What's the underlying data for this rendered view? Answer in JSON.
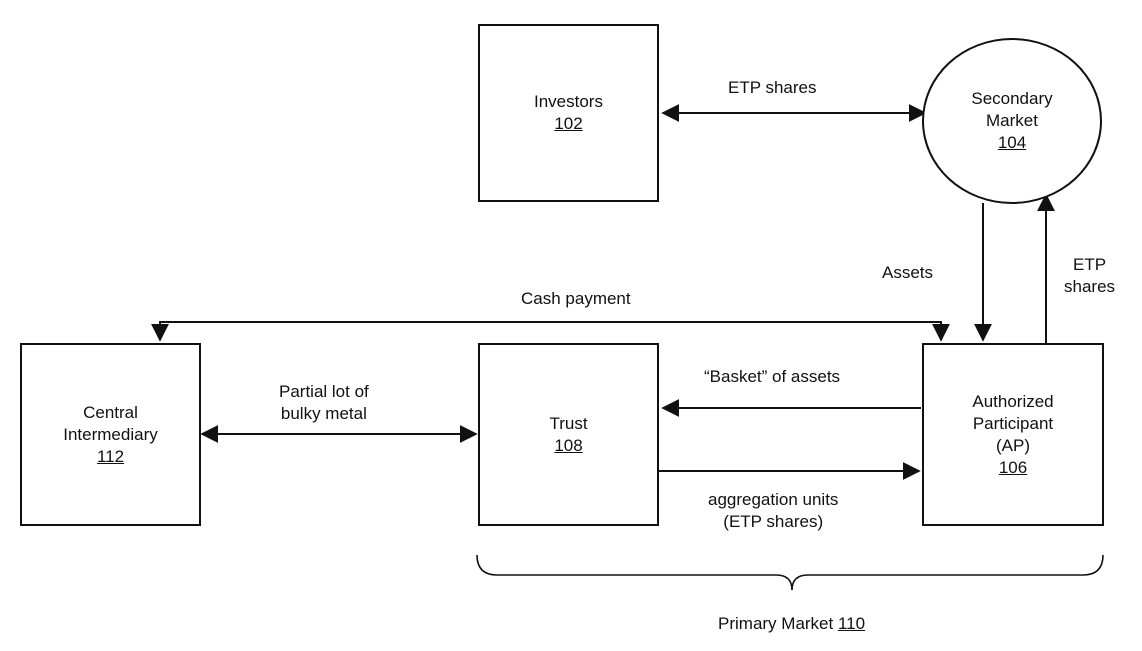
{
  "nodes": {
    "investors": {
      "name": "Investors",
      "num": "102"
    },
    "secondary_market": {
      "line1": "Secondary",
      "line2": "Market",
      "num": "104"
    },
    "ap": {
      "line1": "Authorized",
      "line2": "Participant",
      "line3": "(AP)",
      "num": "106"
    },
    "trust": {
      "name": "Trust",
      "num": "108"
    },
    "central": {
      "line1": "Central",
      "line2": "Intermediary",
      "num": "112"
    }
  },
  "edges": {
    "etp_shares_top": "ETP shares",
    "assets": "Assets",
    "etp_shares_right_1": "ETP",
    "etp_shares_right_2": "shares",
    "cash_payment": "Cash payment",
    "partial_lot_1": "Partial lot of",
    "partial_lot_2": "bulky metal",
    "basket": "“Basket” of assets",
    "aggregation_1": "aggregation units",
    "aggregation_2": "(ETP shares)"
  },
  "primary_market": {
    "label": "Primary Market",
    "num": "110"
  }
}
